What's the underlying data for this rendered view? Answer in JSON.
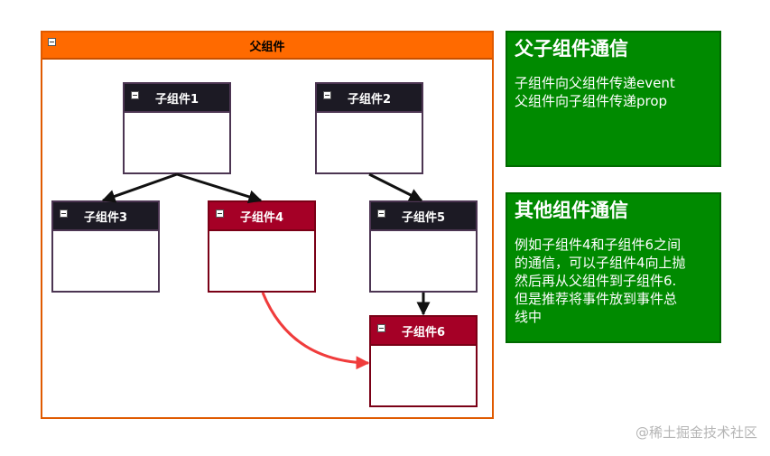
{
  "parent": {
    "title": "父组件"
  },
  "children": [
    {
      "id": "c1",
      "label": "子组件1",
      "theme": "dark"
    },
    {
      "id": "c2",
      "label": "子组件2",
      "theme": "dark"
    },
    {
      "id": "c3",
      "label": "子组件3",
      "theme": "dark"
    },
    {
      "id": "c4",
      "label": "子组件4",
      "theme": "red"
    },
    {
      "id": "c5",
      "label": "子组件5",
      "theme": "dark"
    },
    {
      "id": "c6",
      "label": "子组件6",
      "theme": "red"
    }
  ],
  "edges": [
    {
      "from": "子组件1",
      "to": "子组件3",
      "color": "#111111"
    },
    {
      "from": "子组件1",
      "to": "子组件4",
      "color": "#111111"
    },
    {
      "from": "子组件2",
      "to": "子组件5",
      "color": "#111111"
    },
    {
      "from": "子组件5",
      "to": "子组件6",
      "color": "#111111"
    },
    {
      "from": "子组件4",
      "to": "子组件6",
      "color": "#f03c3c"
    }
  ],
  "notes": {
    "parent_child": {
      "title": "父子组件通信",
      "lines": [
        "子组件向父组件传递event",
        "父组件向子组件传递prop"
      ]
    },
    "other": {
      "title": "其他组件通信",
      "lines": [
        "例如子组件4和子组件6之间",
        "的通信，可以子组件4向上抛",
        "然后再从父组件到子组件6.",
        "但是推荐将事件放到事件总",
        "线中"
      ]
    }
  },
  "watermark": "@稀土掘金技术社区",
  "colors": {
    "parent_header": "#ff6a00",
    "child_dark": "#1c1a24",
    "child_red": "#a50026",
    "note_bg": "#008a00"
  }
}
